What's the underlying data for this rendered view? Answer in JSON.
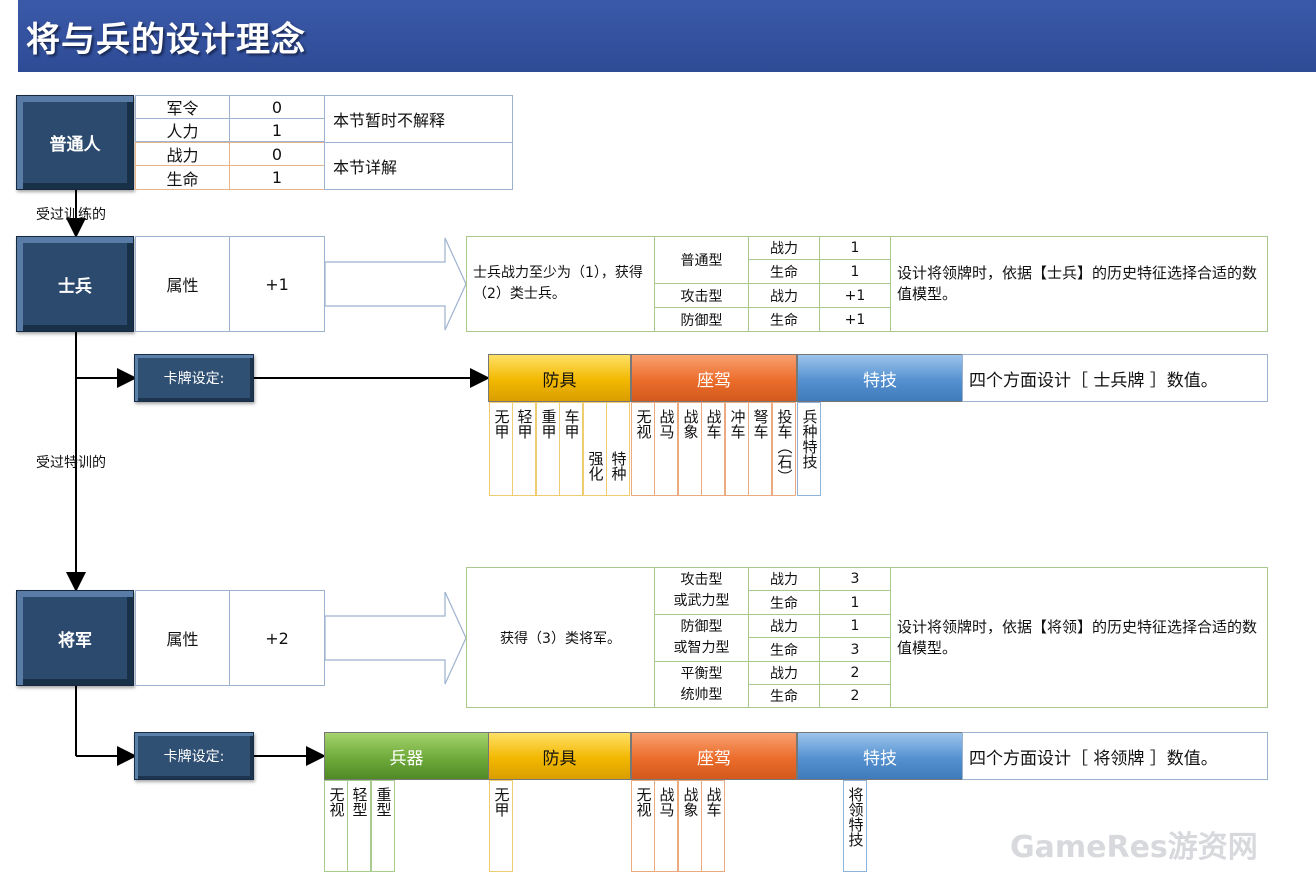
{
  "title": "将与兵的设计理念",
  "commoner": {
    "name": "普通人",
    "rows": [
      {
        "attr": "军令",
        "val": "0"
      },
      {
        "attr": "人力",
        "val": "1"
      },
      {
        "attr": "战力",
        "val": "0"
      },
      {
        "attr": "生命",
        "val": "1"
      }
    ],
    "note_top": "本节暂时不解释",
    "note_bottom": "本节详解"
  },
  "trained_label": "受过训练的",
  "special_trained_label": "受过特训的",
  "soldier": {
    "name": "士兵",
    "attr_label": "属性",
    "attr_value": "+1",
    "desc": "士兵战力至少为（1），获得（2）类士兵。",
    "types": [
      {
        "name": "普通型",
        "stats": [
          {
            "k": "战力",
            "v": "1"
          },
          {
            "k": "生命",
            "v": "1"
          }
        ]
      },
      {
        "name": "攻击型",
        "stats": [
          {
            "k": "战力",
            "v": "+1"
          }
        ]
      },
      {
        "name": "防御型",
        "stats": [
          {
            "k": "生命",
            "v": "+1"
          }
        ]
      }
    ],
    "design_note": "设计将领牌时，依据【士兵】的历史特征选择合适的数值模型。",
    "card_label": "卡牌设定:",
    "categories": [
      "防具",
      "座驾",
      "特技"
    ],
    "card_note": "四个方面设计［ 士兵牌 ］数值。",
    "armor_tags": [
      "无甲",
      "轻甲",
      "重甲",
      "车甲",
      "强化",
      "特种"
    ],
    "mount_tags": [
      "无视",
      "战马",
      "战象",
      "战车",
      "冲车",
      "弩车",
      "投车（石）"
    ],
    "skill_tags": [
      "兵种特技"
    ]
  },
  "general": {
    "name": "将军",
    "attr_label": "属性",
    "attr_value": "+2",
    "desc": "获得（3）类将军。",
    "types": [
      {
        "name1": "攻击型",
        "name2": "或武力型",
        "stats": [
          {
            "k": "战力",
            "v": "3"
          },
          {
            "k": "生命",
            "v": "1"
          }
        ]
      },
      {
        "name1": "防御型",
        "name2": "或智力型",
        "stats": [
          {
            "k": "战力",
            "v": "1"
          },
          {
            "k": "生命",
            "v": "3"
          }
        ]
      },
      {
        "name1": "平衡型",
        "name2": "统帅型",
        "stats": [
          {
            "k": "战力",
            "v": "2"
          },
          {
            "k": "生命",
            "v": "2"
          }
        ]
      }
    ],
    "design_note": "设计将领牌时，依据【将领】的历史特征选择合适的数值模型。",
    "card_label": "卡牌设定:",
    "categories": [
      "兵器",
      "防具",
      "座驾",
      "特技"
    ],
    "card_note": "四个方面设计［ 将领牌 ］数值。",
    "weapon_tags": [
      "无视",
      "轻型",
      "重型"
    ],
    "armor_tags": [
      "无甲"
    ],
    "mount_tags": [
      "无视",
      "战马",
      "战象",
      "战车"
    ],
    "skill_tags": [
      "将领特技"
    ]
  },
  "watermark": "GameRes游资网",
  "colors": {
    "title_bg": "#2e4b96",
    "node": "#2c4a6e",
    "yellow": "#f2b800",
    "orange": "#ec6d2c",
    "blue": "#5591d0",
    "green": "#6eaa3a"
  }
}
